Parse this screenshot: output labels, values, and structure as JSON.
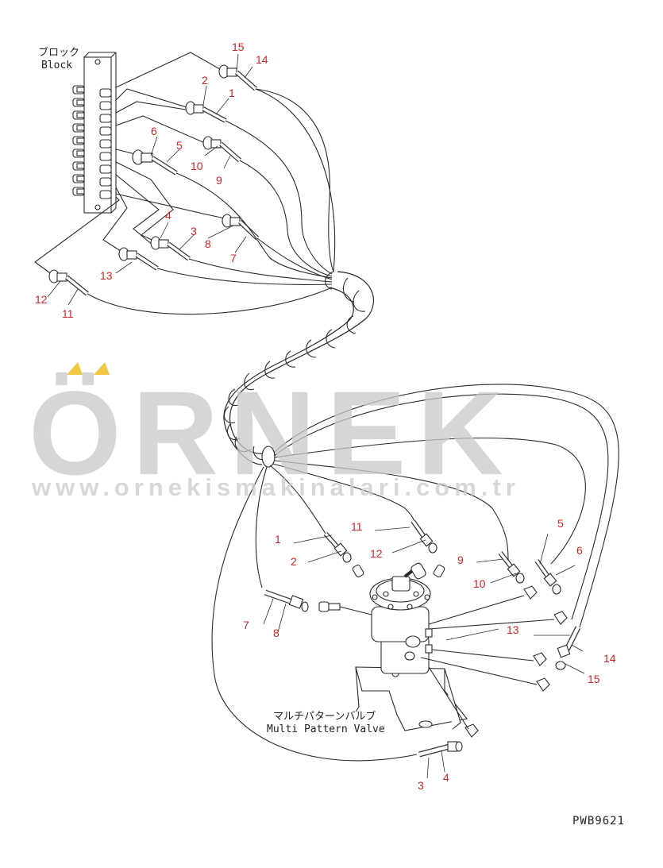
{
  "watermark": {
    "brand": "ÖRNEK",
    "url": "www.ornekismakinalari.com.tr",
    "accent_color": "#f2c744",
    "text_color": "#c9c9c9"
  },
  "captions": {
    "block_jp": "ブロック",
    "block_en": "Block",
    "valve_jp": "マルチパターンバルブ",
    "valve_en": "Multi Pattern Valve"
  },
  "drawing_code": "PWB9621",
  "labels_upper": {
    "l15": "15",
    "l14": "14",
    "l2": "2",
    "l1": "1",
    "l6": "6",
    "l5": "5",
    "l10": "10",
    "l9": "9",
    "l4": "4",
    "l3": "3",
    "l8": "8",
    "l7": "7",
    "l13": "13",
    "l12": "12",
    "l11": "11"
  },
  "labels_lower": {
    "l1": "1",
    "l2": "2",
    "l11": "11",
    "l12": "12",
    "l9": "9",
    "l10": "10",
    "l5": "5",
    "l6": "6",
    "l7": "7",
    "l8": "8",
    "l13": "13",
    "l14": "14",
    "l15": "15",
    "l3": "3",
    "l4": "4"
  }
}
